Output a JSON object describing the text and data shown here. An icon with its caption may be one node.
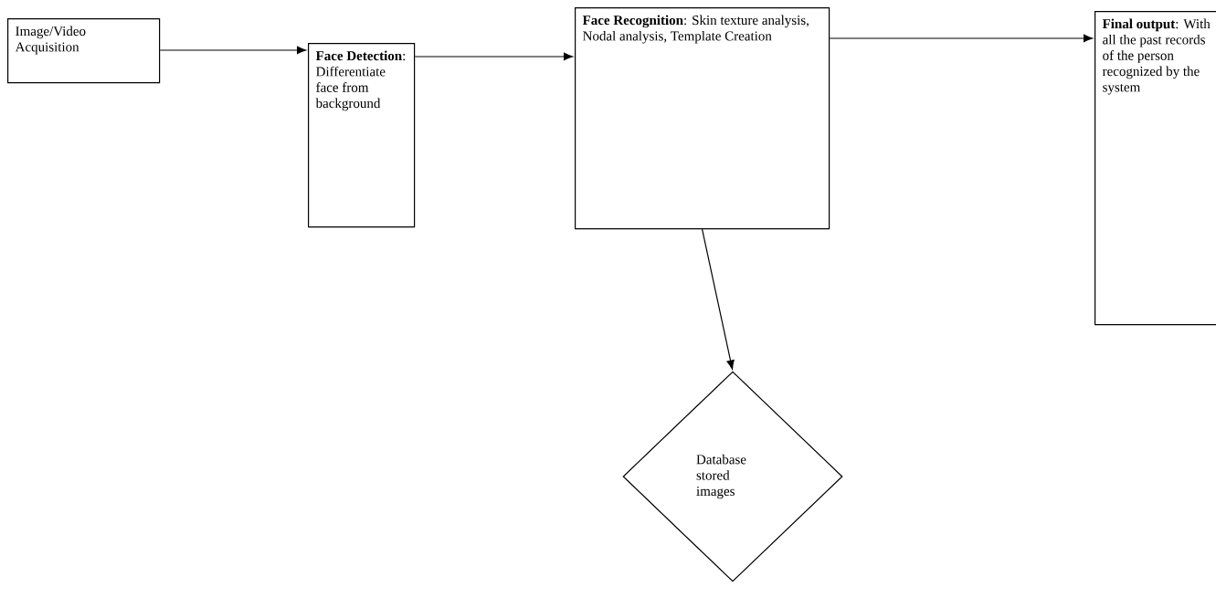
{
  "diagram": {
    "nodes": [
      {
        "text": [
          "Image/Video Acquisition"
        ]
      },
      {
        "text": [
          "**Face Detection**: Differentiate face from background"
        ]
      },
      {
        "text": [
          "**Face Recognition**: Skin texture analysis, Nodal analysis, Template Creation"
        ]
      },
      {
        "text": [
          "**Final output**: With all the past records of the person recognized by the system"
        ]
      },
      {
        "text": [
          "Database stored images"
        ]
      }
    ],
    "edges": [
      {
        "from": 0,
        "to": 1,
        "arrow": "to"
      },
      {
        "from": 1,
        "to": 2,
        "arrow": "to"
      },
      {
        "from": 2,
        "to": 3,
        "arrow": "to"
      },
      {
        "from": 2,
        "to": 4,
        "arrow": "to"
      }
    ]
  }
}
